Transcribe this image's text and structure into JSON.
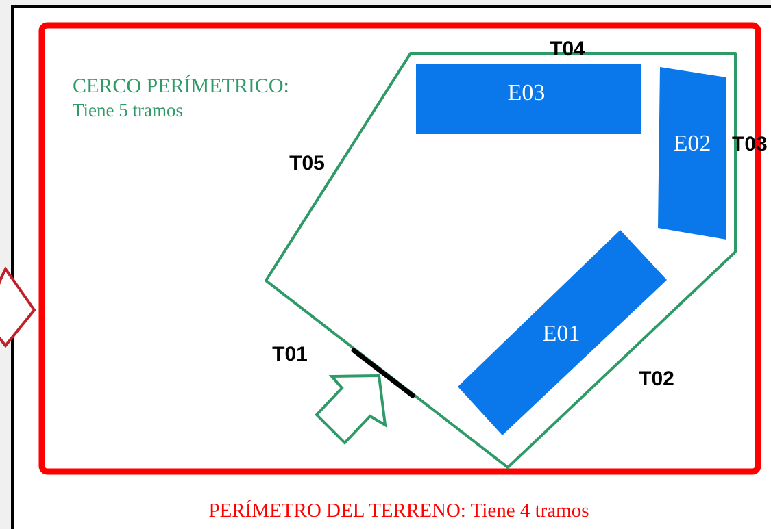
{
  "fence": {
    "title_line1": "CERCO PERÍMETRICO:",
    "title_line2": "Tiene 5 tramos",
    "color": "#2e9a68"
  },
  "terrain": {
    "caption": "PERÍMETRO DEL TERRENO: Tiene 4 tramos",
    "color": "#ff0000"
  },
  "segments": {
    "t01": "T01",
    "t02": "T02",
    "t03": "T03",
    "t04": "T04",
    "t05": "T05"
  },
  "buildings": {
    "e01": "E01",
    "e02": "E02",
    "e03": "E03",
    "color": "#0a78ea"
  },
  "markers": {
    "gate_color": "#000000",
    "green_arrow_color": "#2e9a68",
    "red_arrow_color": "#c0202a"
  }
}
